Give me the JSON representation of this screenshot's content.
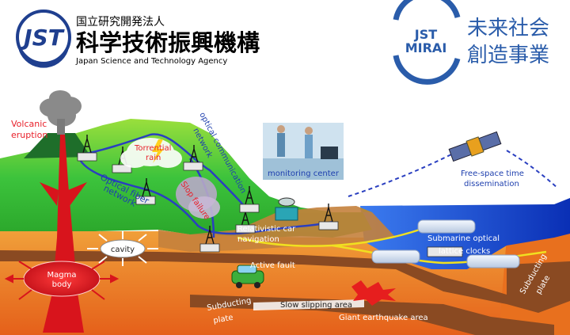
{
  "header": {
    "logo_left_mark": "JST",
    "org_name_small": "国立研究開発法人",
    "org_name_large": "科学技術振興機構",
    "org_name_en": "Japan Science and Technology Agency",
    "logo_right_line1": "JST",
    "logo_right_line2": "MIRAI",
    "program_line1": "未来社会",
    "program_line2": "創造事業"
  },
  "labels": {
    "volcanic_eruption_1": "Volcanic",
    "volcanic_eruption_2": "eruption",
    "torrential_rain_1": "Torrential",
    "torrential_rain_2": "rain",
    "optical_fiber_1": "Optical fiber",
    "optical_fiber_2": "network",
    "optical_comm": "optical communication",
    "optical_comm_2": "network",
    "slop_failure": "Slop failure",
    "monitoring_center": "monitoring center",
    "free_space_1": "Free-space time",
    "free_space_2": "dissemination",
    "relativistic_1": "Relativistic car",
    "relativistic_2": "navigation",
    "cavity": "cavity",
    "active_fault": "Active fault",
    "magma_1": "Magma",
    "magma_2": "body",
    "submarine_1": "Submarine optical",
    "submarine_2": "lattice clocks",
    "subducting_left_1": "Subducting",
    "subducting_left_2": "plate",
    "slow_slipping": "Slow slipping area",
    "giant_eq": "Giant earthquake  area",
    "subducting_right_1": "Subducting",
    "subducting_right_2": "plate"
  },
  "colors": {
    "jst_blue": "#1f3f8f",
    "mirai_blue": "#2a5caa",
    "label_red": "#e8202a",
    "label_blue": "#1e3fae",
    "fiber_blue": "#2a3fc0",
    "ground_green": "#3cc33c",
    "earth_orange": "#e8801e",
    "ocean_blue": "#1a55d8"
  }
}
